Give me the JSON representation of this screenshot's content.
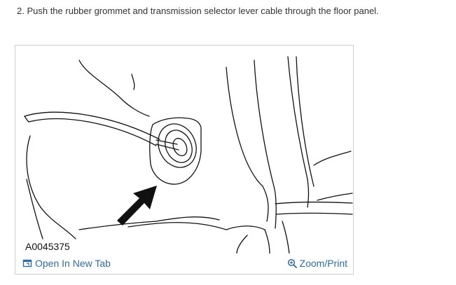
{
  "step": {
    "text": "2. Push the rubber grommet and transmission selector lever cable through the floor panel."
  },
  "figure": {
    "id_label": "A0045375",
    "open_new_tab": {
      "label": "Open In New Tab",
      "icon": "open-new-tab-icon"
    },
    "zoom_print": {
      "label": "Zoom/Print",
      "icon": "zoom-icon"
    }
  },
  "colors": {
    "link": "#2e6da4",
    "border": "#cfcfcf",
    "text": "#333333"
  }
}
